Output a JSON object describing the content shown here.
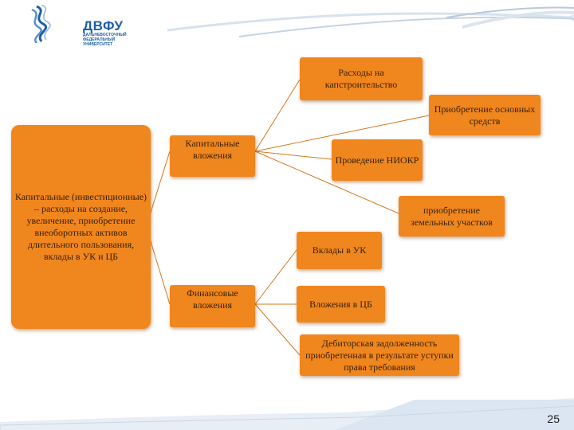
{
  "header": {
    "logo_name": "ДВФУ",
    "logo_sub": [
      "ДАЛЬНЕВОСТОЧНЫЙ",
      "ФЕДЕРАЛЬНЫЙ",
      "УНИВЕРСИТЕТ"
    ]
  },
  "diagram": {
    "definition": "Капитальные (инвестиционные) – расходы на создание, увеличение, приобретение внеоборотных активов длительного пользования, вклады в УК и ЦБ",
    "capital_investments": "Капитальные вложения",
    "financial_investments": "Финансовые вложения",
    "capital_items": [
      "Расходы на капстроительство",
      "Приобретение основных средств",
      "Проведение НИОКР",
      "приобретение земельных участков"
    ],
    "financial_items": [
      "Вклады в УК",
      "Вложения в ЦБ",
      "Дебиторская задолженность приобретенная в результате уступки права требования"
    ]
  },
  "footer": {
    "page_number": "25"
  },
  "colors": {
    "box": "#f0861e",
    "accent": "#1d5fa8",
    "line": "#d4781e"
  }
}
